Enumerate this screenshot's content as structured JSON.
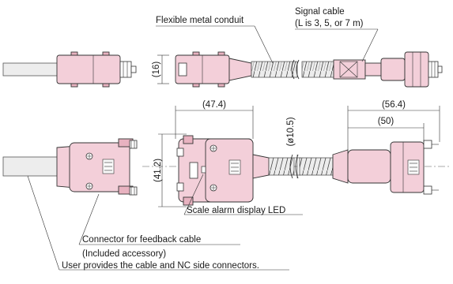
{
  "labels": {
    "conduit": "Flexible metal conduit",
    "signal_cable": "Signal cable",
    "signal_cable_length": "(L is 3, 5, or 7 m)",
    "alarm_led": "Scale alarm display LED",
    "feedback_connector": "Connector for feedback cable",
    "included_accessory": "(Included accessory)",
    "user_provides": "User provides the cable and NC side connectors."
  },
  "dimensions": {
    "d16": "(16)",
    "d47_4": "(47.4)",
    "d41_2": "(41.2)",
    "d10_5": "(ø10.5)",
    "d56_4": "(56.4)",
    "d50": "(50)"
  },
  "colors": {
    "connector_body": "#f3cfd9",
    "connector_shade": "#e8b2c0"
  }
}
